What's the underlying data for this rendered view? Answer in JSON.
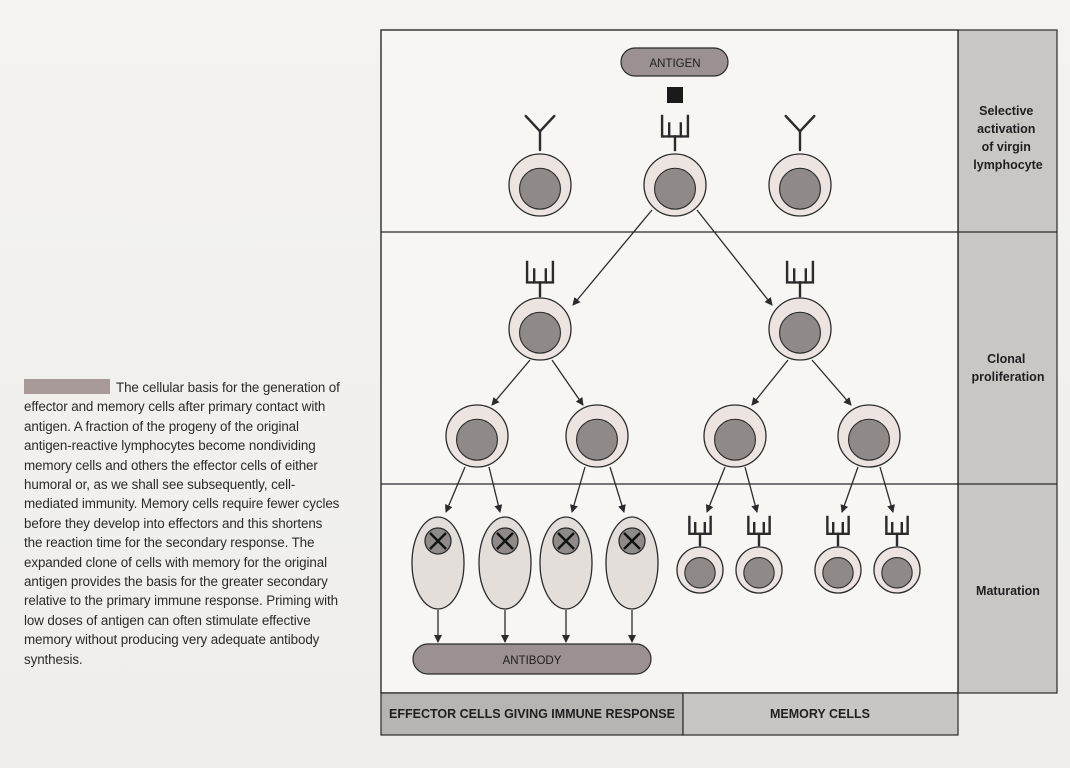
{
  "caption": {
    "text": "The cellular basis for the generation of effector and memory cells after primary contact with antigen. A fraction of the progeny of the original antigen-reactive lymphocytes become nondividing memory cells and others the effector cells of either humoral or, as we shall see subsequently, cell-mediated immunity. Memory cells require fewer cycles before they develop into effectors and this shortens the reaction time for the secondary response. The expanded clone of cells with memory for the original antigen provides the basis for the greater secondary relative to the primary immune response. Priming with low doses of antigen can often stimulate effective memory without producing very adequate antibody synthesis."
  },
  "diagram": {
    "antigen_label": "ANTIGEN",
    "antibody_label": "ANTIBODY",
    "stages": [
      {
        "label_lines": [
          "Selective",
          "activation",
          "of virgin",
          "lymphocyte"
        ]
      },
      {
        "label_lines": [
          "Clonal",
          "proliferation"
        ]
      },
      {
        "label_lines": [
          "Maturation"
        ]
      }
    ],
    "bottom": {
      "effector": "EFFECTOR CELLS GIVING IMMUNE RESPONSE",
      "memory": "MEMORY CELLS"
    }
  },
  "colors": {
    "cell_outer": "#ebe4e1",
    "cell_inner": "#8f8a88",
    "cell_inner_light": "#a7a19e",
    "plasma_fill": "#e4dedb",
    "pill_fill": "#9b9190",
    "side_panel": "#c9c7c4",
    "bottom_dark": "#b7b4b1",
    "bottom_light": "#c8c5c2",
    "line": "#2b2b2b"
  }
}
